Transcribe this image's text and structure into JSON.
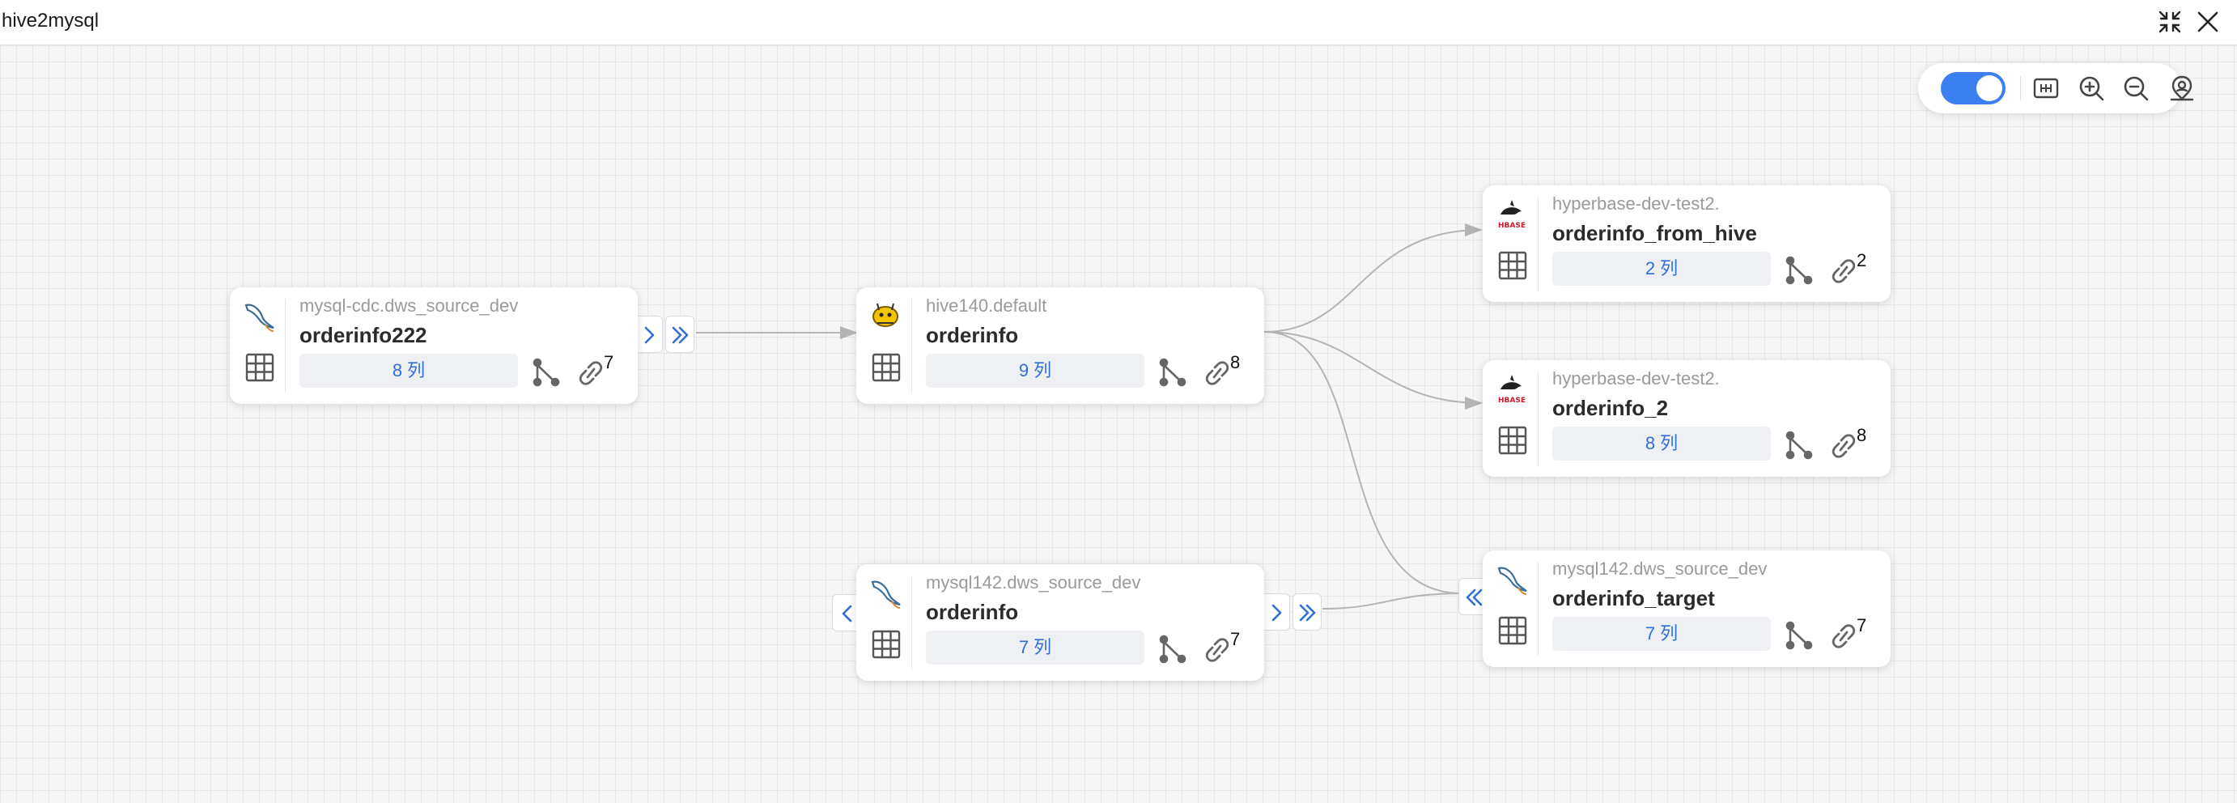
{
  "window": {
    "title": "hive2mysql"
  },
  "icons": {
    "collapse": "collapse-arrows-icon",
    "close": "close-icon",
    "minimap": "minimap-icon",
    "zoom_in": "zoom-in-icon",
    "zoom_out": "zoom-out-icon",
    "locate": "locate-icon"
  },
  "toolbar": {
    "toggle_on": true
  },
  "colors": {
    "accent": "#3b7ff0",
    "link_text": "#2f6fd8",
    "edge": "#b4b4b4"
  },
  "nodes": [
    {
      "id": "n1",
      "logo": "mysql-dolphin-icon",
      "source": "mysql-cdc.dws_source_dev",
      "table": "orderinfo222",
      "columns": "8 列",
      "link_count": "7"
    },
    {
      "id": "n2",
      "logo": "hive-bee-icon",
      "source": "hive140.default",
      "table": "orderinfo",
      "columns": "9 列",
      "link_count": "8"
    },
    {
      "id": "n3",
      "logo": "mysql-dolphin-icon",
      "source": "mysql142.dws_source_dev",
      "table": "orderinfo",
      "columns": "7 列",
      "link_count": "7"
    },
    {
      "id": "n4",
      "logo": "hyperbase-orca-icon",
      "source": "hyperbase-dev-test2.",
      "table": "orderinfo_from_hive",
      "columns": "2 列",
      "link_count": "2"
    },
    {
      "id": "n5",
      "logo": "hyperbase-orca-icon",
      "source": "hyperbase-dev-test2.",
      "table": "orderinfo_2",
      "columns": "8 列",
      "link_count": "8"
    },
    {
      "id": "n6",
      "logo": "mysql-dolphin-icon",
      "source": "mysql142.dws_source_dev",
      "table": "orderinfo_target",
      "columns": "7 列",
      "link_count": "7"
    }
  ]
}
